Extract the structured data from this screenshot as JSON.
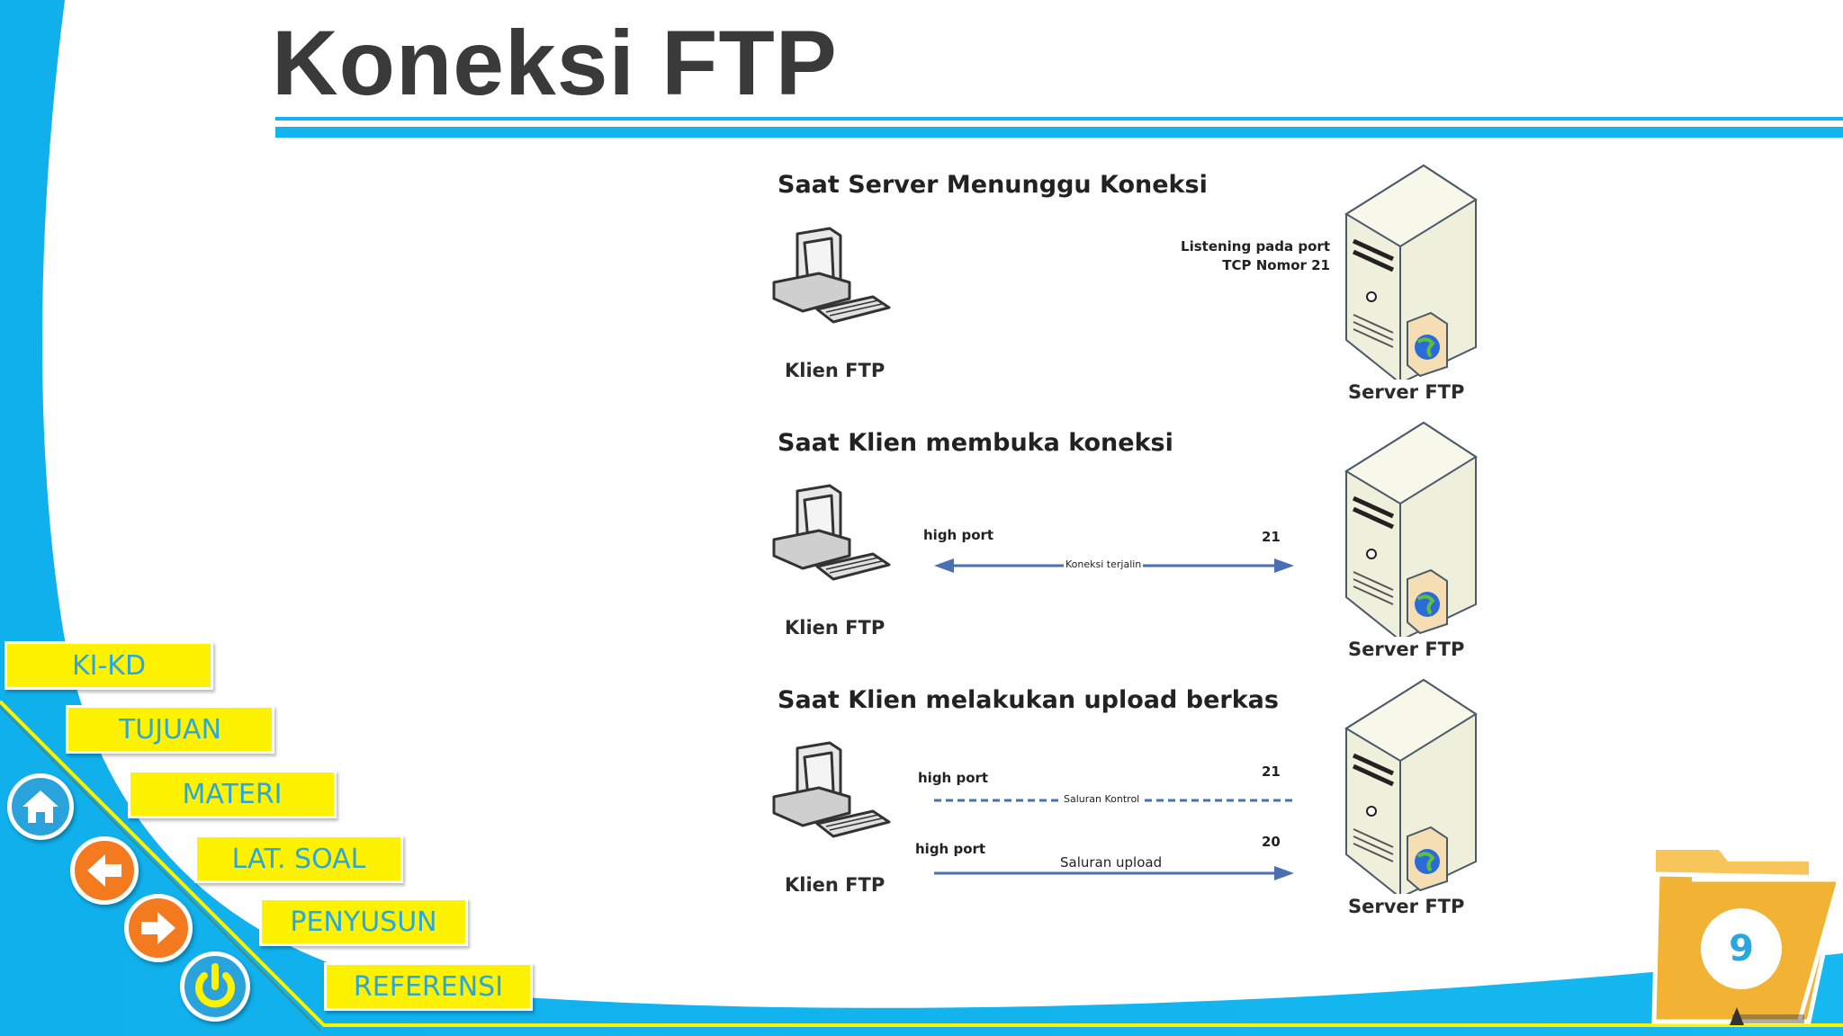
{
  "slide": {
    "title": "Koneksi FTP",
    "page_number": "9"
  },
  "diagram": {
    "sections": [
      {
        "title": "Saat Server Menunggu Koneksi",
        "client_label": "Klien FTP",
        "server_label": "Server FTP",
        "listening_line1": "Listening pada port",
        "listening_line2": "TCP Nomor 21"
      },
      {
        "title": "Saat Klien membuka koneksi",
        "client_label": "Klien FTP",
        "server_label": "Server FTP",
        "left_port": "high port",
        "right_port": "21",
        "link_label": "Koneksi terjalin"
      },
      {
        "title": "Saat Klien melakukan upload berkas",
        "client_label": "Klien FTP",
        "server_label": "Server FTP",
        "control_left_port": "high port",
        "control_right_port": "21",
        "control_label": "Saluran Kontrol",
        "upload_left_port": "high port",
        "upload_right_port": "20",
        "upload_label": "Saluran upload"
      }
    ]
  },
  "nav": {
    "items": [
      "KI-KD",
      "TUJUAN",
      "MATERI",
      "LAT. SOAL",
      "PENYUSUN",
      "REFERENSI"
    ],
    "icons": [
      "home-icon",
      "back-arrow-icon",
      "forward-arrow-icon",
      "power-icon"
    ]
  },
  "colors": {
    "accent_blue": "#12b3ee",
    "nav_yellow": "#fff200",
    "nav_text": "#29a8e0",
    "folder_orange": "#f2b234",
    "back_orange": "#f47a20"
  }
}
